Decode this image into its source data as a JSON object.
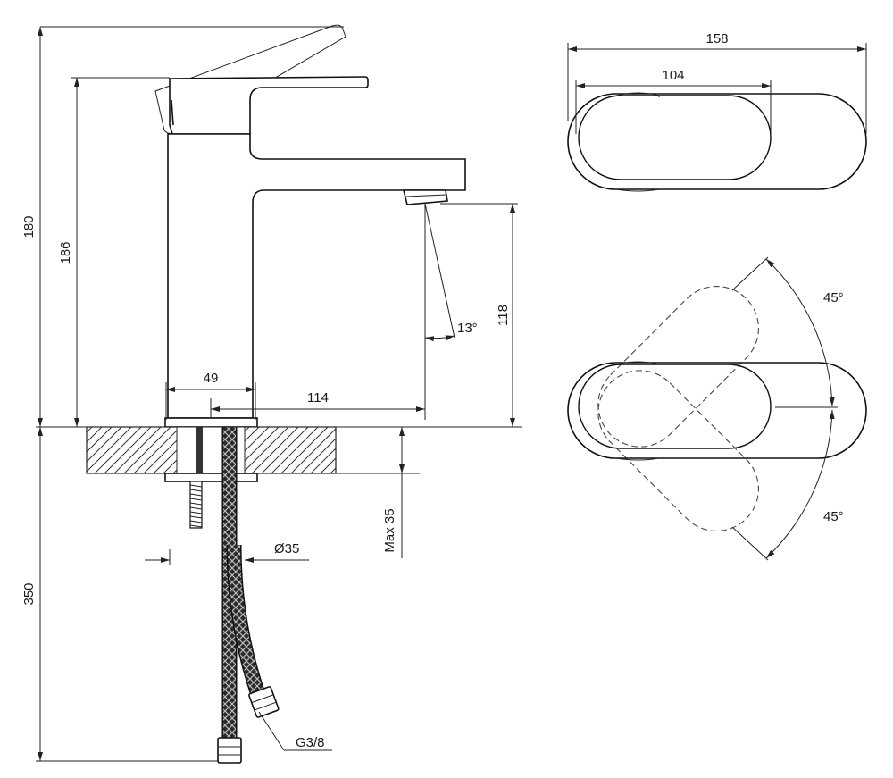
{
  "dimensions": {
    "total_height": "180",
    "spout_height": "186",
    "outlet_height": "118",
    "spout_angle": "13°",
    "body_width": "49",
    "spout_reach": "114",
    "hole_diameter": "Ø35",
    "max_thickness": "Max 35",
    "hose_length": "350",
    "thread": "G3/8",
    "top_width": "158",
    "lever_width": "104",
    "lever_rotation_up": "45°",
    "lever_rotation_down": "45°"
  }
}
